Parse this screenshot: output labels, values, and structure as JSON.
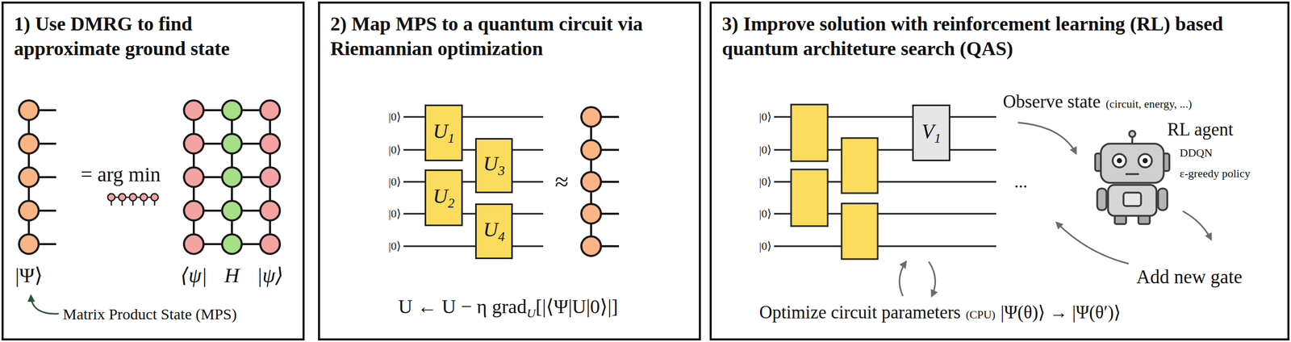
{
  "diagram": {
    "nodes": [
      {
        "text": [
          "1) Use DMRG to find approximate ground state"
        ]
      },
      {
        "text": [
          "2) Map MPS to a quantum circuit via Riemannian optimization"
        ]
      },
      {
        "text": [
          "U1"
        ],
        "in": 1
      },
      {
        "text": [
          "U2"
        ],
        "in": 1
      },
      {
        "text": [
          "U3"
        ],
        "in": 1
      },
      {
        "text": [
          "U4"
        ],
        "in": 1
      },
      {
        "text": [
          "3) Improve solution with reinforcement learning (RL) based quantum architeture search (QAS)"
        ]
      },
      {
        "text": [
          "V1"
        ],
        "in": 6
      }
    ],
    "labels": [
      "= arg min",
      "|Ψ⟩",
      "⟨ψ|",
      "H",
      "|ψ⟩",
      "Matrix Product State (MPS)",
      "|0⟩",
      "|0⟩",
      "|0⟩",
      "|0⟩",
      "|0⟩",
      "≈",
      "U ← U − η grad",
      "U",
      "[|⟨Ψ|U|0⟩|]",
      "|0⟩",
      "|0⟩",
      "|0⟩",
      "|0⟩",
      "|0⟩",
      "Observe state",
      "(circuit, energy, ...)",
      "RL agent",
      "DDQN",
      "ε-greedy policy",
      "...",
      "Add new gate",
      "Optimize circuit parameters",
      "(CPU)",
      "|Ψ(θ)⟩ → |Ψ(θ′)⟩"
    ]
  }
}
